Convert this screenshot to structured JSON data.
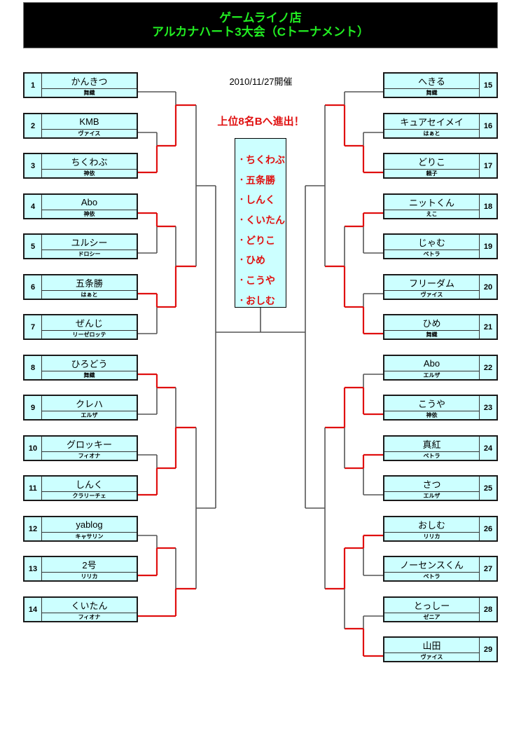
{
  "header": {
    "title_line1": "ゲームライノ店",
    "title_line2": "アルカナハート3大会（Cトーナメント）",
    "title_color": "#22ee22"
  },
  "event_date": "2010/11/27開催",
  "advance_notice": "上位8名Bへ進出！",
  "qualifiers": {
    "bullet": "・",
    "names": [
      "ちくわぶ",
      "五条勝",
      "しんく",
      "くいたん",
      "どりこ",
      "ひめ",
      "こうや",
      "おしむ"
    ]
  },
  "colors": {
    "winner_line": "#e01010",
    "normal_line": "#555555",
    "box_fill": "#ccffff"
  },
  "left_entries": [
    {
      "num": "1",
      "name": "かんきつ",
      "character": "舞織"
    },
    {
      "num": "2",
      "name": "KMB",
      "character": "ヴァイス"
    },
    {
      "num": "3",
      "name": "ちくわぶ",
      "character": "神依"
    },
    {
      "num": "4",
      "name": "Abo",
      "character": "神依"
    },
    {
      "num": "5",
      "name": "ユルシー",
      "character": "ドロシー"
    },
    {
      "num": "6",
      "name": "五条勝",
      "character": "はぁと"
    },
    {
      "num": "7",
      "name": "ぜんじ",
      "character": "リーゼロッテ"
    },
    {
      "num": "8",
      "name": "ひろどう",
      "character": "舞織"
    },
    {
      "num": "9",
      "name": "クレハ",
      "character": "エルザ"
    },
    {
      "num": "10",
      "name": "グロッキー",
      "character": "フィオナ"
    },
    {
      "num": "11",
      "name": "しんく",
      "character": "クラリーチェ"
    },
    {
      "num": "12",
      "name": "yablog",
      "character": "キャサリン"
    },
    {
      "num": "13",
      "name": "2号",
      "character": "リリカ"
    },
    {
      "num": "14",
      "name": "くいたん",
      "character": "フィオナ"
    }
  ],
  "right_entries": [
    {
      "num": "15",
      "name": "へきる",
      "character": "舞織"
    },
    {
      "num": "16",
      "name": "キュアセイメイ",
      "character": "はぁと"
    },
    {
      "num": "17",
      "name": "どりこ",
      "character": "頼子"
    },
    {
      "num": "18",
      "name": "ニットくん",
      "character": "えこ"
    },
    {
      "num": "19",
      "name": "じゃむ",
      "character": "ペトラ"
    },
    {
      "num": "20",
      "name": "フリーダム",
      "character": "ヴァイス"
    },
    {
      "num": "21",
      "name": "ひめ",
      "character": "舞織"
    },
    {
      "num": "22",
      "name": "Abo",
      "character": "エルザ"
    },
    {
      "num": "23",
      "name": "こうや",
      "character": "神依"
    },
    {
      "num": "24",
      "name": "真紅",
      "character": "ペトラ"
    },
    {
      "num": "25",
      "name": "さつ",
      "character": "エルザ"
    },
    {
      "num": "26",
      "name": "おしむ",
      "character": "リリカ"
    },
    {
      "num": "27",
      "name": "ノーセンスくん",
      "character": "ペトラ"
    },
    {
      "num": "28",
      "name": "とっしー",
      "character": "ゼニア"
    },
    {
      "num": "29",
      "name": "山田",
      "character": "ヴァイス"
    }
  ]
}
